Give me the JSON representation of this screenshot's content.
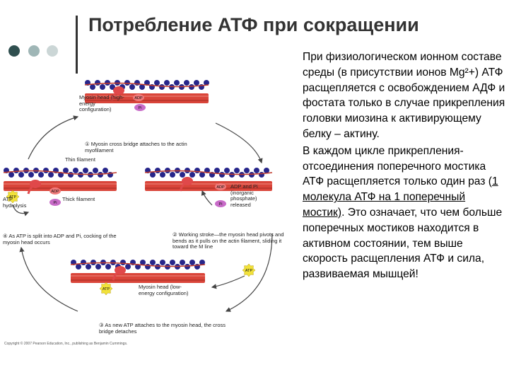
{
  "header": {
    "title": "Потребление АТФ при сокращении",
    "dot_colors": [
      "#2f4f4f",
      "#9fb6b6",
      "#cbd6d6"
    ]
  },
  "body_text": {
    "p1": "При физиологическом ионном составе среды (в присутствии ионов Mg²+) АТФ расщепляется с освобождением АДФ и фостата только в случае прикрепления головки миозина к активирующему белку – актину.",
    "p2_a": "В каждом цикле прикрепления-отсоединения поперечного мостика АТФ расщепляется только один раз (",
    "p2_u": "1 молекула АТФ на 1 поперечный мостик)",
    "p2_b": ". Это означает, что чем больше поперечных мостиков находится в активном состоянии, тем выше скорость расщепления АТФ и сила, развиваемая мышцей!"
  },
  "diagram": {
    "myosin_head_high": "Myosin head (high-energy configuration)",
    "adp": "ADP",
    "pi": "Pi",
    "step1": "① Myosin cross bridge attaches to the actin myofilament",
    "thin_filament": "Thin filament",
    "thick_filament": "Thick filament",
    "atp_hydrolysis": "ATP hydrolysis",
    "adp_pi_released": "ADP and Pi (inorganic phosphate) released",
    "step4": "④ As ATP is split into ADP and Pi, cocking of the myosin head occurs",
    "step2": "② Working stroke—the myosin head pivots and bends as it pulls on the actin filament, sliding it toward the M line",
    "atp": "ATP",
    "myosin_head_low": "Myosin head (low-energy configuration)",
    "step3": "③ As new ATP attaches to the myosin head, the cross bridge detaches",
    "copyright": "Copyright © 2007 Pearson Education, Inc., publishing as Benjamin Cummings.",
    "colors": {
      "actin": "#27268a",
      "tropo": "#c0392b",
      "thick": "#d9453a",
      "head": "#e0484a",
      "atp": "#f2e23a",
      "arrow": "#444444"
    }
  }
}
